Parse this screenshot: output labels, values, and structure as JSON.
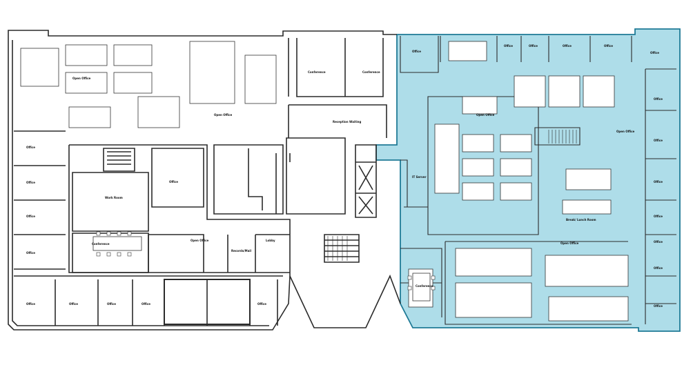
{
  "colors": {
    "background": "#ffffff",
    "wall": "#2a2a2a",
    "highlight_fill": "#aedde9",
    "highlight_stroke": "#1f7a96"
  },
  "labels": {
    "conference_a": "Conference",
    "conference_b": "Conference",
    "reception": "Reception Waiting",
    "open_office_nw": "Open Office",
    "open_office_mid": "Open Office",
    "work_room": "Work Room",
    "conference_sw": "Conference",
    "open_office_sw": "Open Office",
    "records": "Records/Mail",
    "lobby": "Lobby",
    "open_office_hl": "Open Office",
    "open_office_ne": "Open Office",
    "it_server": "IT Server",
    "break_room": "Break/ Lunch Room",
    "open_office_se": "Open Office",
    "conference_se": "Conference",
    "office": "Office"
  }
}
